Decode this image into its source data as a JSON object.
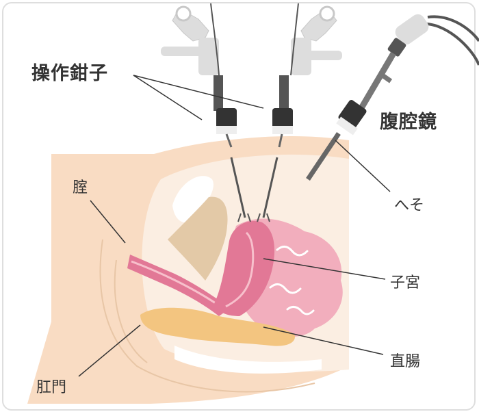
{
  "labels": {
    "forceps": "操作鉗子",
    "laparoscope": "腹腔鏡",
    "navel": "へそ",
    "vagina": "腟",
    "uterus": "子宮",
    "rectum": "直腸",
    "anus": "肛門"
  },
  "colors": {
    "skin": "#f9dcc3",
    "cavity": "#fbeee2",
    "uterus": "#e27896",
    "intestine": "#f2aebd",
    "bladder": "#e3c9a7",
    "rectum": "#f3c580",
    "instrument_gray": "#dddddd",
    "shaft": "#555555",
    "leader_line": "#333333"
  }
}
